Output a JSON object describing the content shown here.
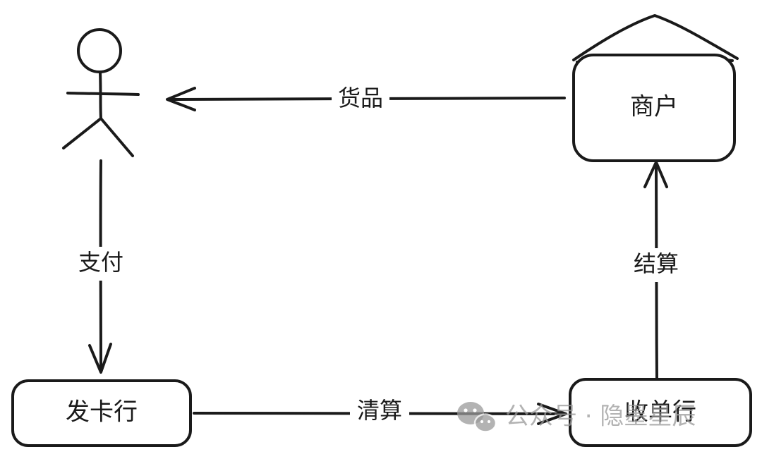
{
  "nodes": {
    "merchant": "商户",
    "issuer": "发卡行",
    "acquirer": "收单行"
  },
  "edges": {
    "goods": "货品",
    "payment": "支付",
    "clearing": "清算",
    "settlement": "结算"
  },
  "watermark": {
    "text": "公众号 · 隐墨星辰",
    "icon": "wechat-icon"
  },
  "colors": {
    "stroke": "#1a1a1a",
    "background": "#ffffff",
    "watermark": "#9a9a9a"
  }
}
